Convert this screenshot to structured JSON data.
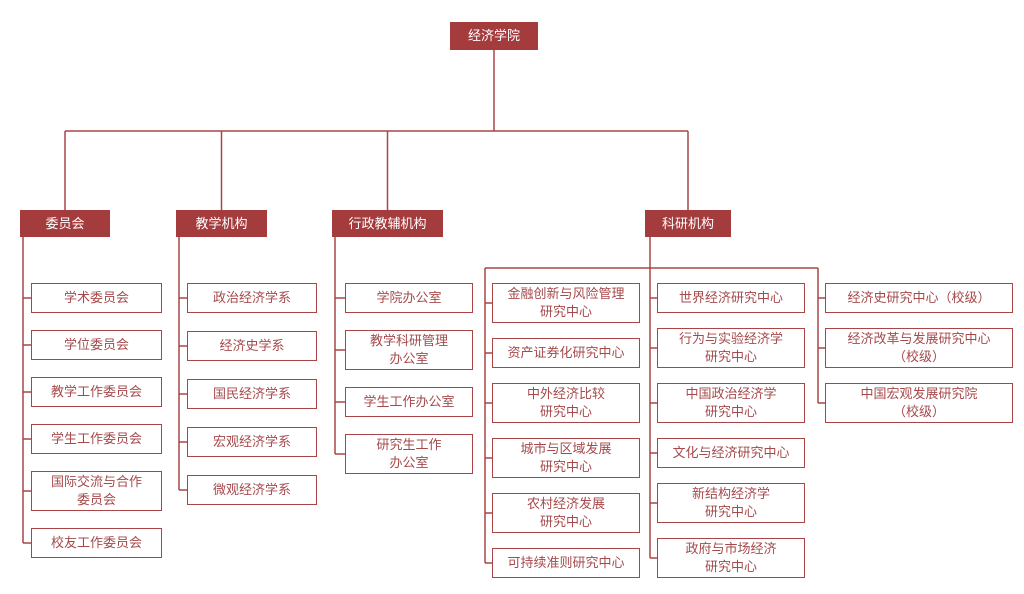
{
  "colors": {
    "node_fill": "#A43B3D",
    "line": "#A94547",
    "leaf_border": "#A94547",
    "leaf_text": "#A5494B",
    "node_text_on_fill": "#FFFFFF",
    "background": "#FFFFFF"
  },
  "root": {
    "label": "经济学院"
  },
  "branches": [
    {
      "id": "committees",
      "label": "委员会",
      "children": [
        "学术委员会",
        "学位委员会",
        "教学工作委员会",
        "学生工作委员会",
        "国际交流与合作\n委员会",
        "校友工作委员会"
      ]
    },
    {
      "id": "teaching",
      "label": "教学机构",
      "children": [
        "政治经济学系",
        "经济史学系",
        "国民经济学系",
        "宏观经济学系",
        "微观经济学系"
      ]
    },
    {
      "id": "admin",
      "label": "行政教辅机构",
      "children": [
        "学院办公室",
        "教学科研管理\n办公室",
        "学生工作办公室",
        "研究生工作\n办公室"
      ]
    },
    {
      "id": "research",
      "label": "科研机构",
      "columns": [
        [
          "金融创新与风险管理\n研究中心",
          "资产证券化研究中心",
          "中外经济比较\n研究中心",
          "城市与区域发展\n研究中心",
          "农村经济发展\n研究中心",
          "可持续准则研究中心"
        ],
        [
          "世界经济研究中心",
          "行为与实验经济学\n研究中心",
          "中国政治经济学\n研究中心",
          "文化与经济研究中心",
          "新结构经济学\n研究中心",
          "政府与市场经济\n研究中心"
        ],
        [
          "经济史研究中心（校级）",
          "经济改革与发展研究中心\n（校级）",
          "中国宏观发展研究院\n（校级）"
        ]
      ]
    }
  ]
}
